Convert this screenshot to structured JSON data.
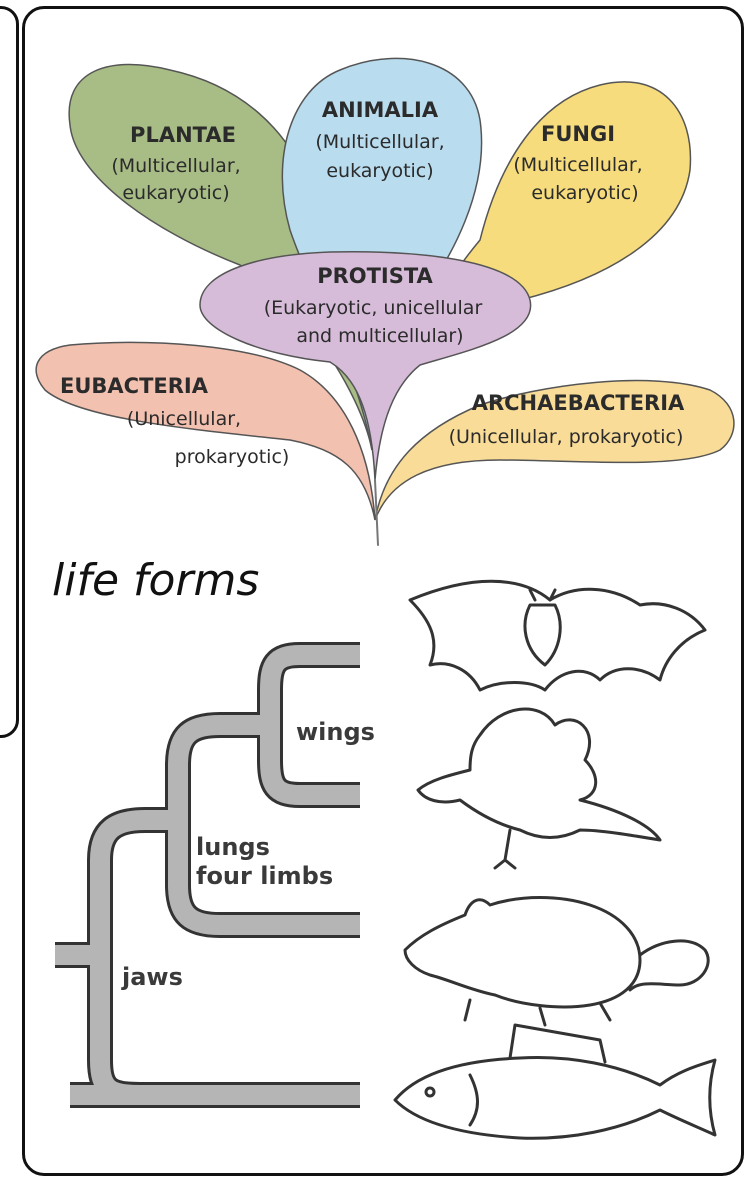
{
  "kingdoms": [
    {
      "id": "plantae",
      "name": "PLANTAE",
      "desc_lines": [
        "(Multicellular,",
        "eukaryotic)"
      ],
      "color": "#a8bd86"
    },
    {
      "id": "animalia",
      "name": "ANIMALIA",
      "desc_lines": [
        "(Multicellular,",
        "eukaryotic)"
      ],
      "color": "#b9dcef"
    },
    {
      "id": "fungi",
      "name": "FUNGI",
      "desc_lines": [
        "(Multicellular,",
        "eukaryotic)"
      ],
      "color": "#f6dc7c"
    },
    {
      "id": "protista",
      "name": "PROTISTA",
      "desc_lines": [
        "(Eukaryotic, unicellular",
        "and multicellular)"
      ],
      "color": "#d6bcd9"
    },
    {
      "id": "eubacteria",
      "name": "EUBACTERIA",
      "desc_lines": [
        "(Unicellular,",
        "prokaryotic)"
      ],
      "color": "#f3c1b0"
    },
    {
      "id": "archaebacteria",
      "name": "ARCHAEBACTERIA",
      "desc_lines": [
        "(Unicellular, prokaryotic)"
      ],
      "color": "#f8dc98"
    }
  ],
  "caption": "life forms",
  "cladogram": {
    "traits": {
      "wings": "wings",
      "lungs": "lungs",
      "four_limbs": "four limbs",
      "jaws": "jaws"
    },
    "animals": [
      "bat-icon",
      "bird-icon",
      "rat-icon",
      "fish-icon"
    ],
    "branch_color": "#b5b5b5",
    "outline_color": "#333333"
  }
}
